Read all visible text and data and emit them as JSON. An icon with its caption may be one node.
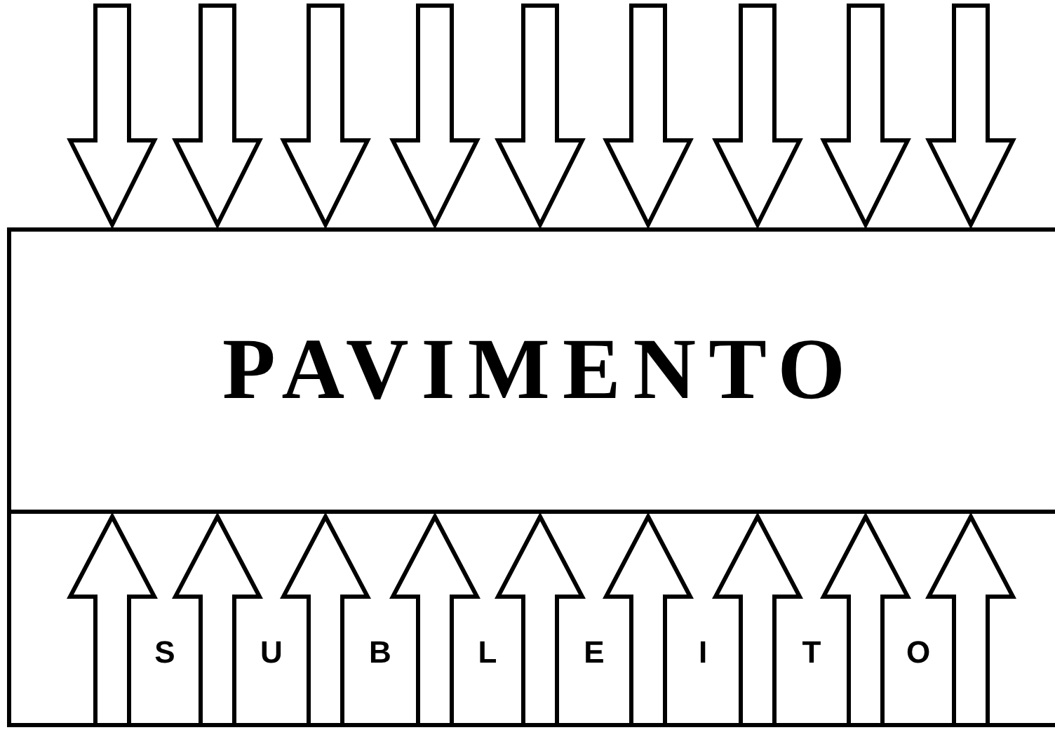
{
  "diagram": {
    "nodes": [
      {
        "text": [
          "PAVIMENTO"
        ]
      }
    ],
    "labels": [
      "S",
      "U",
      "B",
      "L",
      "E",
      "I",
      "T",
      "O"
    ]
  }
}
